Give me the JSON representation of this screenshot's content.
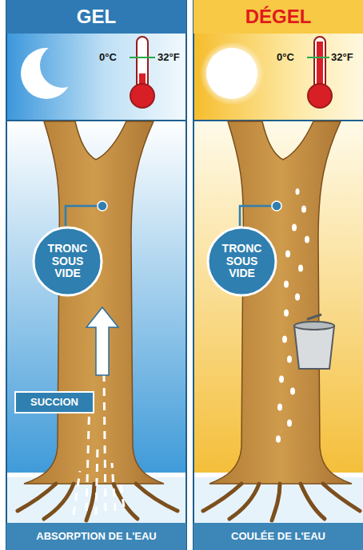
{
  "diagram": {
    "nodes": [
      {
        "text": [
          "GEL"
        ]
      },
      {
        "text": [
          "DÉGEL"
        ]
      },
      {
        "text": [
          "TRONC SOUS VIDE"
        ]
      },
      {
        "text": [
          "TRONC SOUS VIDE"
        ]
      },
      {
        "text": [
          "SUCCION"
        ]
      },
      {
        "text": [
          "ABSORPTION DE L'EAU"
        ]
      },
      {
        "text": [
          "COULÉE DE L'EAU"
        ]
      }
    ],
    "labels": [
      "0°C",
      "32°F",
      "0°C",
      "32°F"
    ]
  }
}
